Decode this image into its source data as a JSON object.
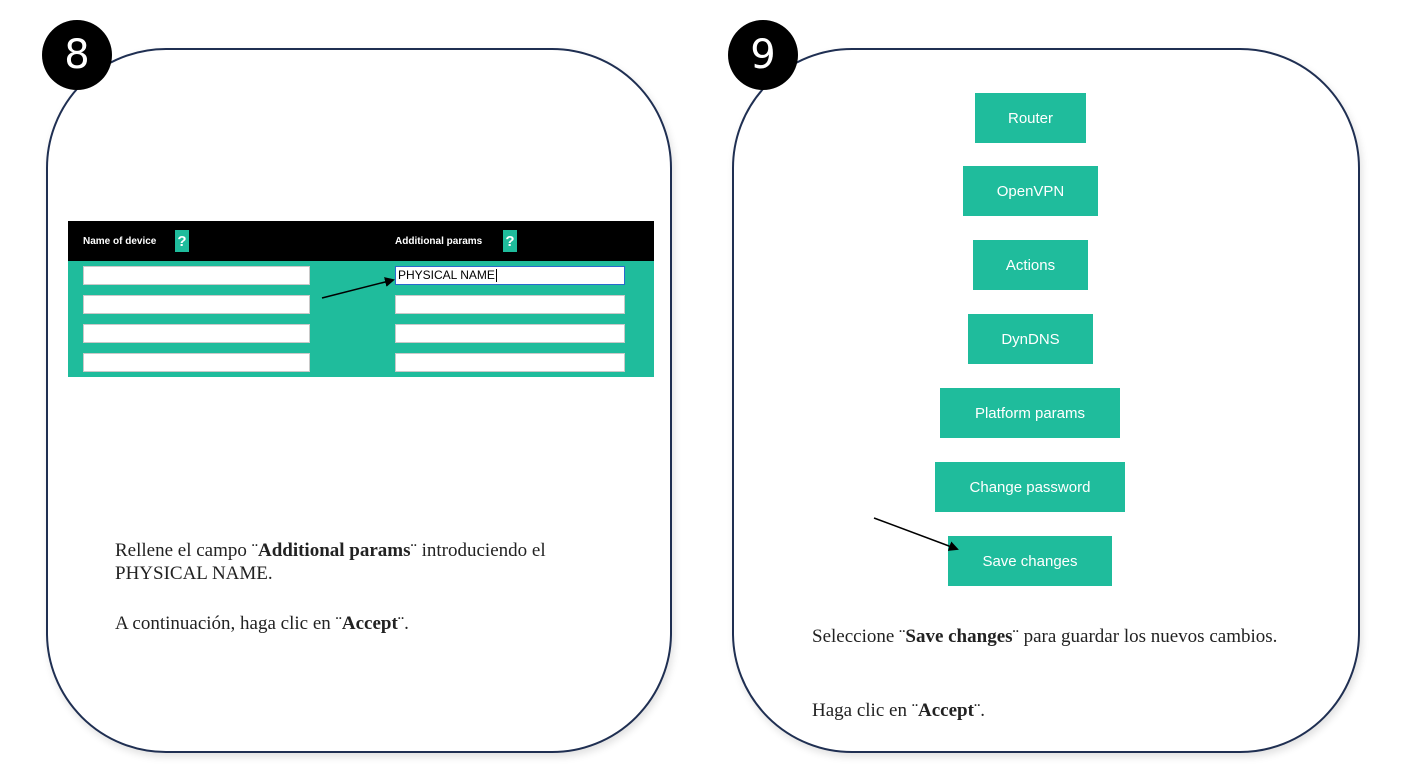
{
  "step8": {
    "badge": "8",
    "form": {
      "col1_header": "Name of device",
      "col2_header": "Additional params",
      "help_symbol": "?",
      "col1_values": [
        "",
        "",
        "",
        ""
      ],
      "col2_values": [
        "PHYSICAL NAME",
        "",
        "",
        ""
      ]
    },
    "instruction": {
      "p1_pre": "Rellene el campo ¨",
      "p1_bold": "Additional params",
      "p1_post": "¨ introduciendo el PHYSICAL NAME.",
      "p2_pre": "A continuación, haga clic en ¨",
      "p2_bold": "Accept",
      "p2_post": "¨."
    }
  },
  "step9": {
    "badge": "9",
    "buttons": [
      {
        "label": "Router"
      },
      {
        "label": "OpenVPN"
      },
      {
        "label": "Actions"
      },
      {
        "label": "DynDNS"
      },
      {
        "label": "Platform params"
      },
      {
        "label": "Change password"
      },
      {
        "label": "Save changes"
      }
    ],
    "instruction": {
      "p1_pre": "Seleccione ¨",
      "p1_bold": "Save changes",
      "p1_post": "¨ para guardar los nuevos cambios.",
      "p2_pre": "Haga clic en ¨",
      "p2_bold": "Accept",
      "p2_post": "¨."
    }
  },
  "colors": {
    "accent": "#1fbc9c",
    "panel_border": "#1f2f52",
    "header_bg": "#000000"
  }
}
